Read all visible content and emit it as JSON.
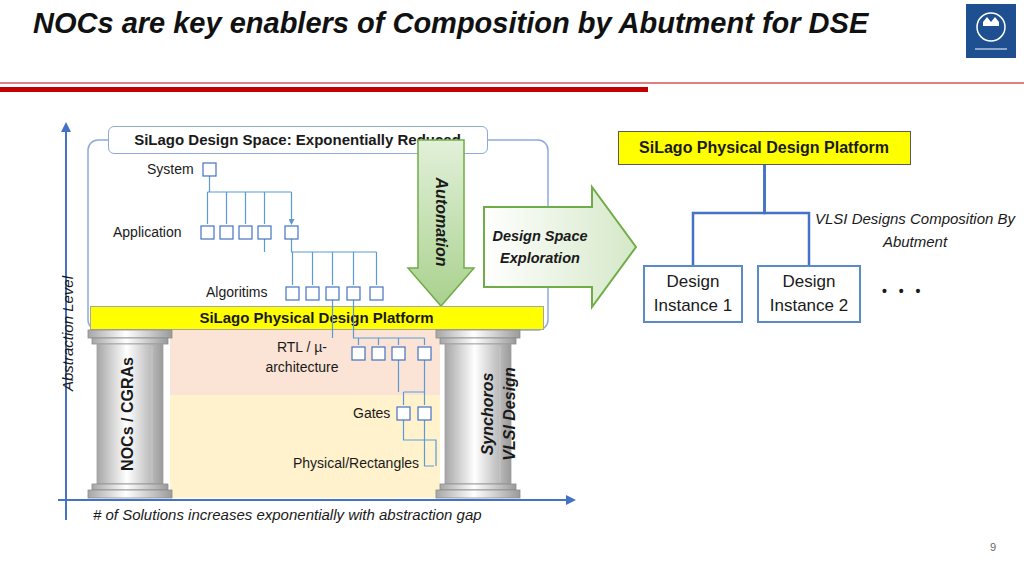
{
  "diagram": {
    "title": "NOCs are key enablers of Composition by Abutment for DSE",
    "nodes": [
      {
        "text": [
          "SiLago Design Space: Exponentially Reduced"
        ]
      },
      {
        "text": [
          "Automation"
        ]
      },
      {
        "text": [
          "SiLago Physical Design Platform"
        ]
      },
      {
        "text": [
          "NOCs / CGRAs"
        ]
      },
      {
        "text": [
          "Synchoros VLSI Design"
        ]
      },
      {
        "text": [
          "Design Space Exploration"
        ]
      },
      {
        "text": [
          "SiLago Physical Design Platform"
        ]
      },
      {
        "text": [
          "Design Instance 1"
        ]
      },
      {
        "text": [
          "Design Instance 2"
        ]
      }
    ],
    "edges": [
      {
        "from": 6,
        "to": 7,
        "arrow": "none"
      },
      {
        "from": 6,
        "to": 8,
        "arrow": "none"
      }
    ],
    "labels": [
      "System",
      "Application",
      "Algoritims",
      "RTL / µ-architecture",
      "Gates",
      "Physical/Rectangles",
      "Abstraction Level",
      "# of Solutions increases exponentially with abstraction gap",
      "VLSI Designs Composition By Abutment",
      "• • •",
      "9"
    ]
  }
}
